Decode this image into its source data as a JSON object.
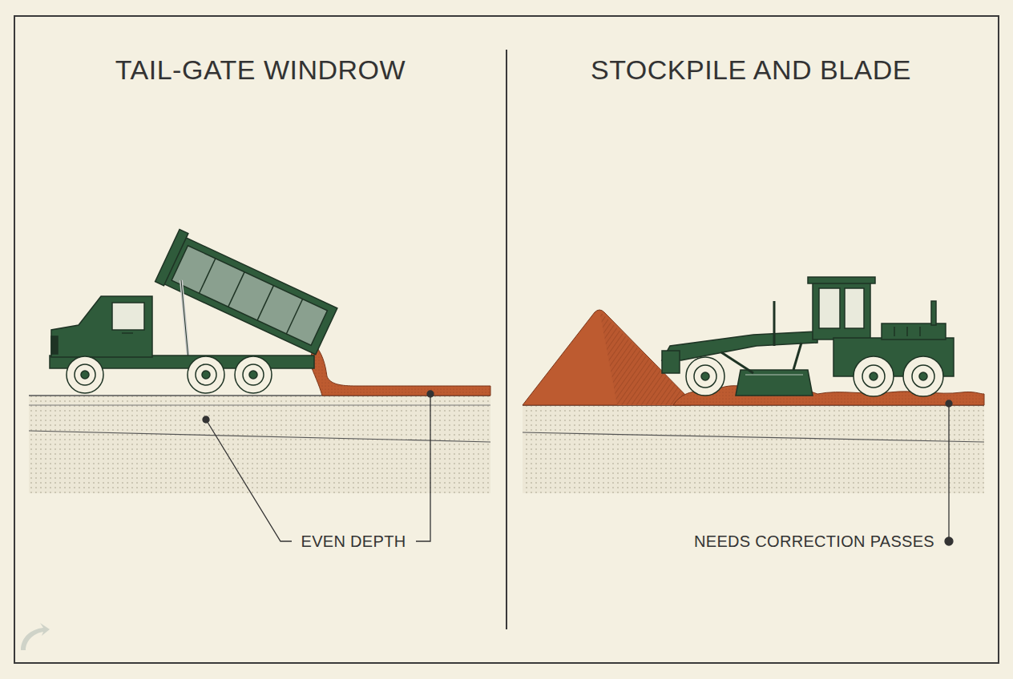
{
  "diagram": {
    "labels": [
      "TAIL-GATE WINDROW",
      "STOCKPILE AND BLADE",
      "EVEN DEPTH",
      "NEEDS CORRECTION PASSES"
    ]
  }
}
